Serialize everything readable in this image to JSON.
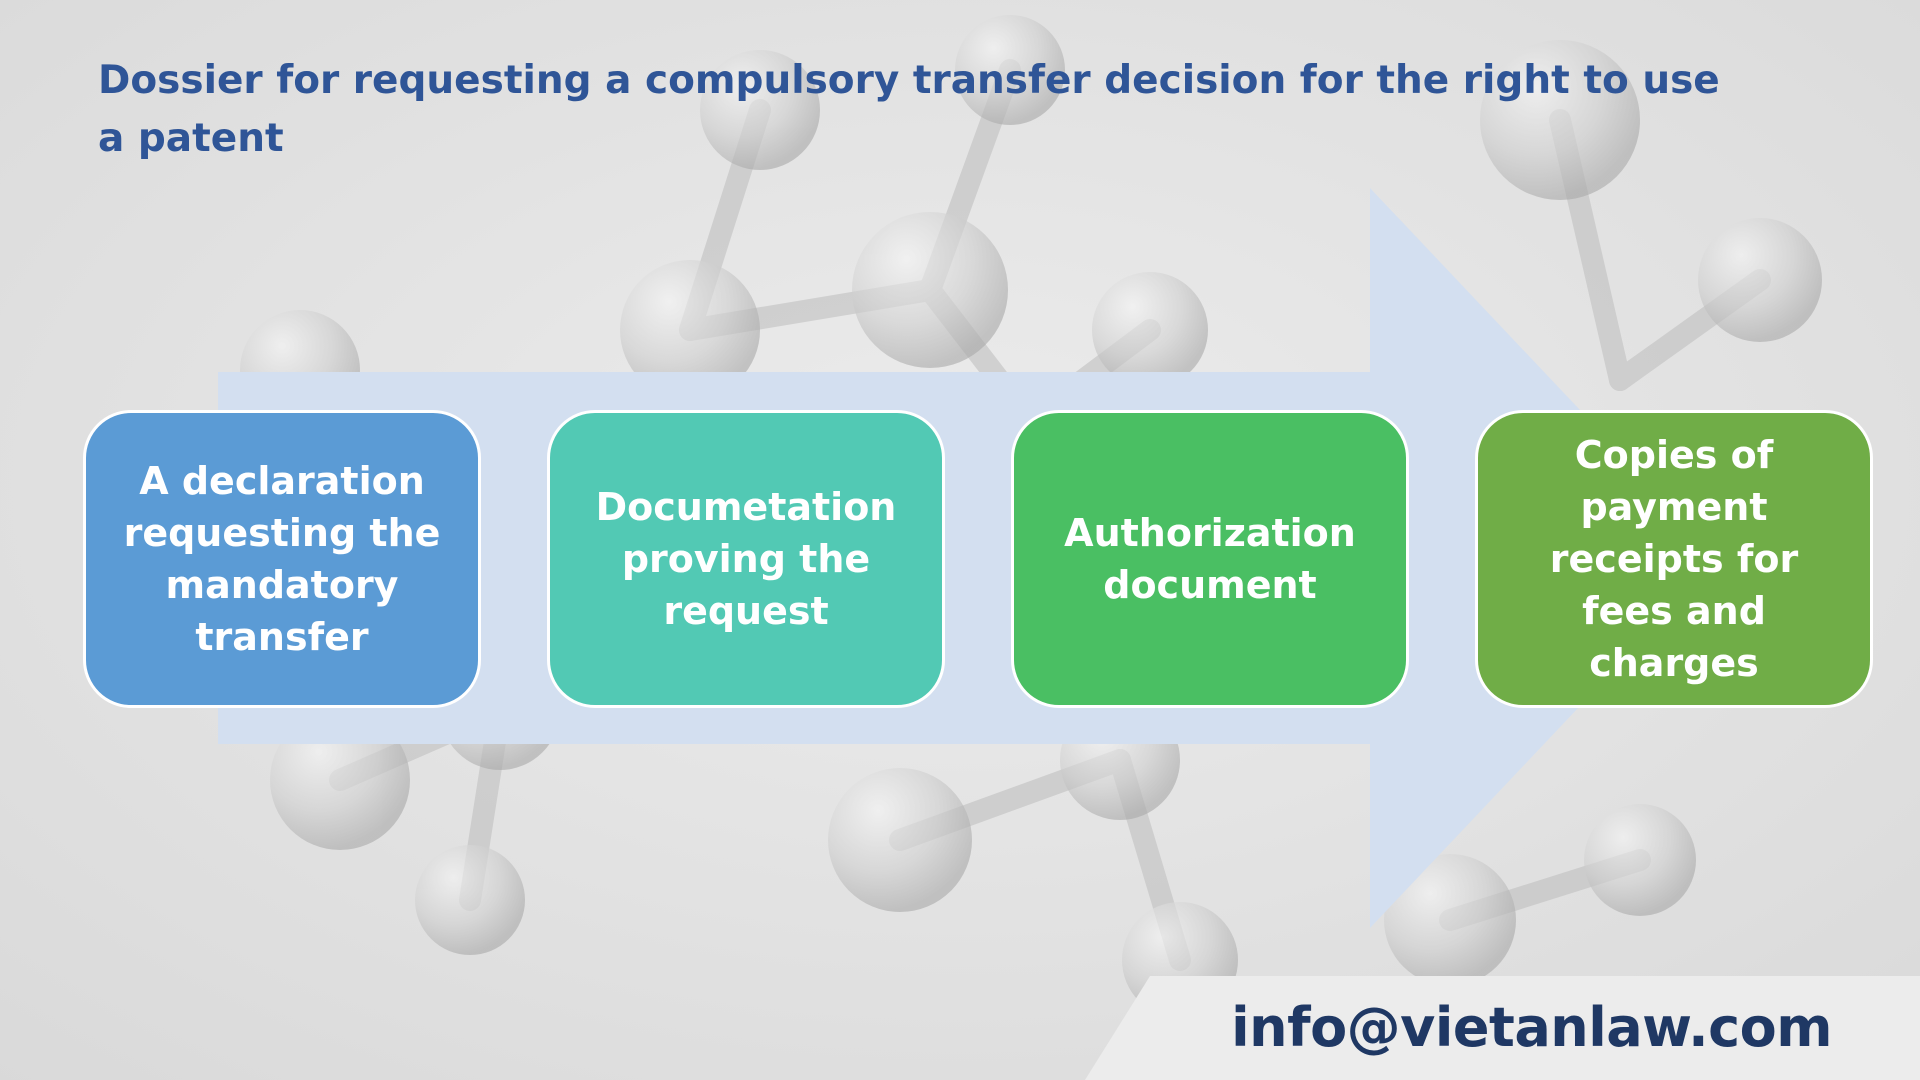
{
  "title": "Dossier for requesting a compulsory transfer decision for the right to use a patent",
  "steps": [
    {
      "label": "A declaration requesting the mandatory transfer",
      "color": "#5b9bd5"
    },
    {
      "label": "Documetation proving the request",
      "color": "#52c9b4"
    },
    {
      "label": "Authorization document",
      "color": "#4abf63"
    },
    {
      "label": "Copies of payment receipts for fees and charges",
      "color": "#70ad47"
    }
  ],
  "arrow_color": "#d3dff0",
  "title_color": "#2f5597",
  "footer": {
    "email": "info@vietanlaw.com",
    "email_color": "#1f3864"
  }
}
